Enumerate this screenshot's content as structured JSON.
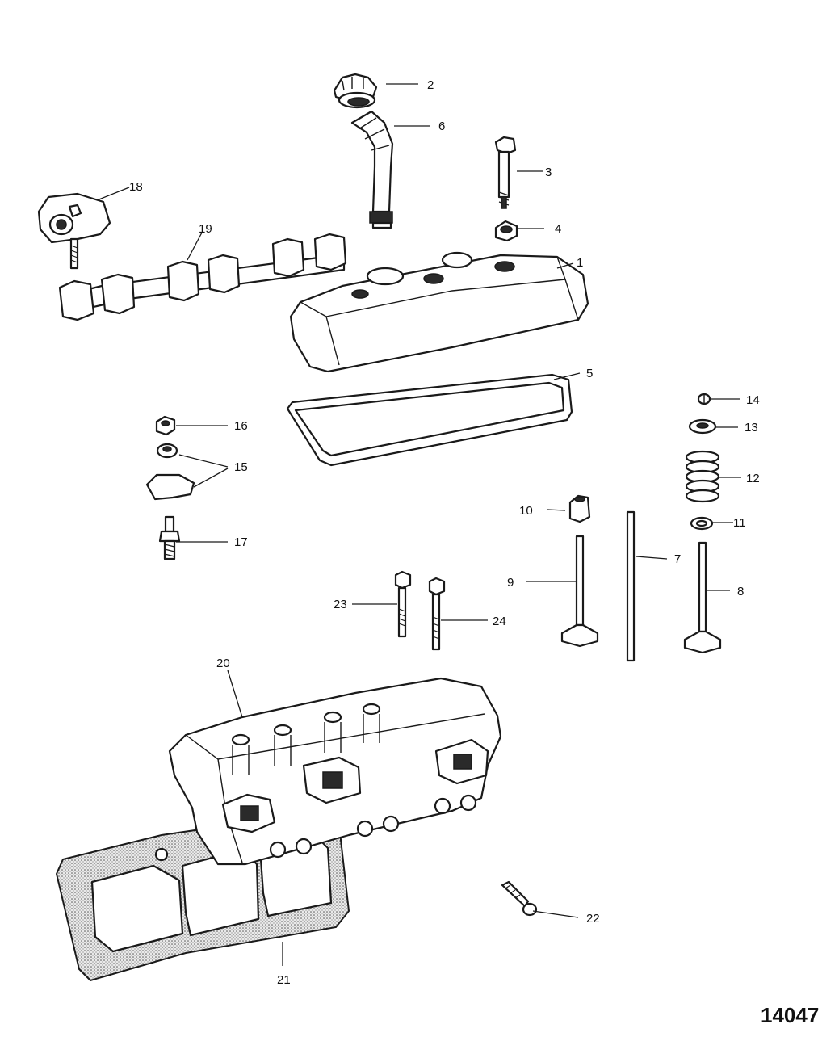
{
  "callouts": [
    {
      "id": "1",
      "label": "1"
    },
    {
      "id": "2",
      "label": "2"
    },
    {
      "id": "3",
      "label": "3"
    },
    {
      "id": "4",
      "label": "4"
    },
    {
      "id": "5",
      "label": "5"
    },
    {
      "id": "6",
      "label": "6"
    },
    {
      "id": "7",
      "label": "7"
    },
    {
      "id": "8",
      "label": "8"
    },
    {
      "id": "9",
      "label": "9"
    },
    {
      "id": "10",
      "label": "10"
    },
    {
      "id": "11",
      "label": "11"
    },
    {
      "id": "12",
      "label": "12"
    },
    {
      "id": "13",
      "label": "13"
    },
    {
      "id": "14",
      "label": "14"
    },
    {
      "id": "15",
      "label": "15"
    },
    {
      "id": "16",
      "label": "16"
    },
    {
      "id": "17",
      "label": "17"
    },
    {
      "id": "18",
      "label": "18"
    },
    {
      "id": "19",
      "label": "19"
    },
    {
      "id": "20",
      "label": "20"
    },
    {
      "id": "21",
      "label": "21"
    },
    {
      "id": "22",
      "label": "22"
    },
    {
      "id": "23",
      "label": "23"
    },
    {
      "id": "24",
      "label": "24"
    }
  ],
  "drawing_number": "14047"
}
